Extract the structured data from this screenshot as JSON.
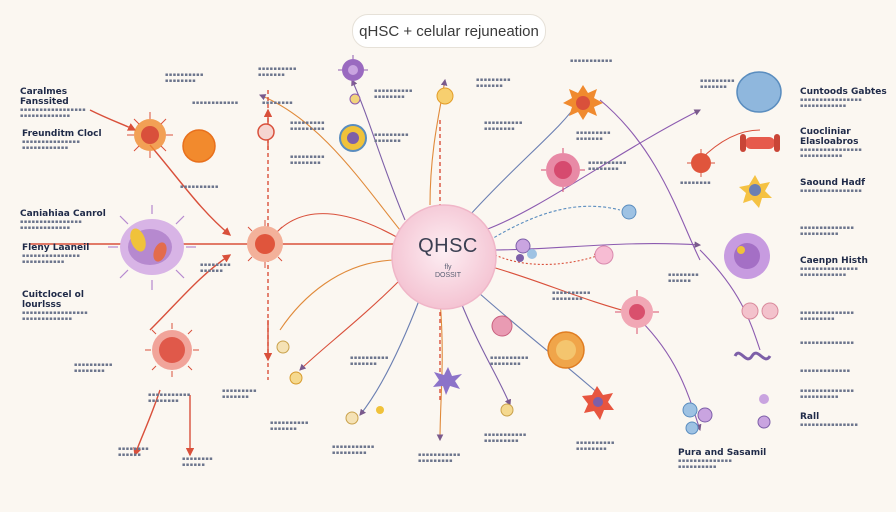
{
  "title": "qHSC + celular rejuneation",
  "hub": {
    "label": "QHSC",
    "sub1": "fly",
    "sub2": "DOSSIT"
  },
  "left_labels": [
    {
      "title": "Caralmes Fanssited",
      "lines": 2
    },
    {
      "title": "Freunditm Clocl",
      "lines": 2
    },
    {
      "title": "Caniahiaa Canrol",
      "lines": 2
    },
    {
      "title": "Fleny Laaneil",
      "lines": 2
    },
    {
      "title": "Cuitclocel ol lourlsss",
      "lines": 2
    }
  ],
  "right_labels": [
    {
      "title": "Cuntoods Gabtes",
      "lines": 2
    },
    {
      "title": "Cuocliniar Elasloabros",
      "lines": 2
    },
    {
      "title": "Saound Hadf",
      "lines": 1
    },
    {
      "title": "Caenpn Histh",
      "lines": 2
    },
    {
      "title": "Pura and Sasamil",
      "lines": 2
    },
    {
      "title": "Rall",
      "lines": 1
    }
  ],
  "accent": "#f4c3d2",
  "colors": {
    "red": "#d9503b",
    "orange": "#f08a2e",
    "purple": "#8c5bb0",
    "blue": "#5a8dbf",
    "yellow": "#f0c23a"
  }
}
